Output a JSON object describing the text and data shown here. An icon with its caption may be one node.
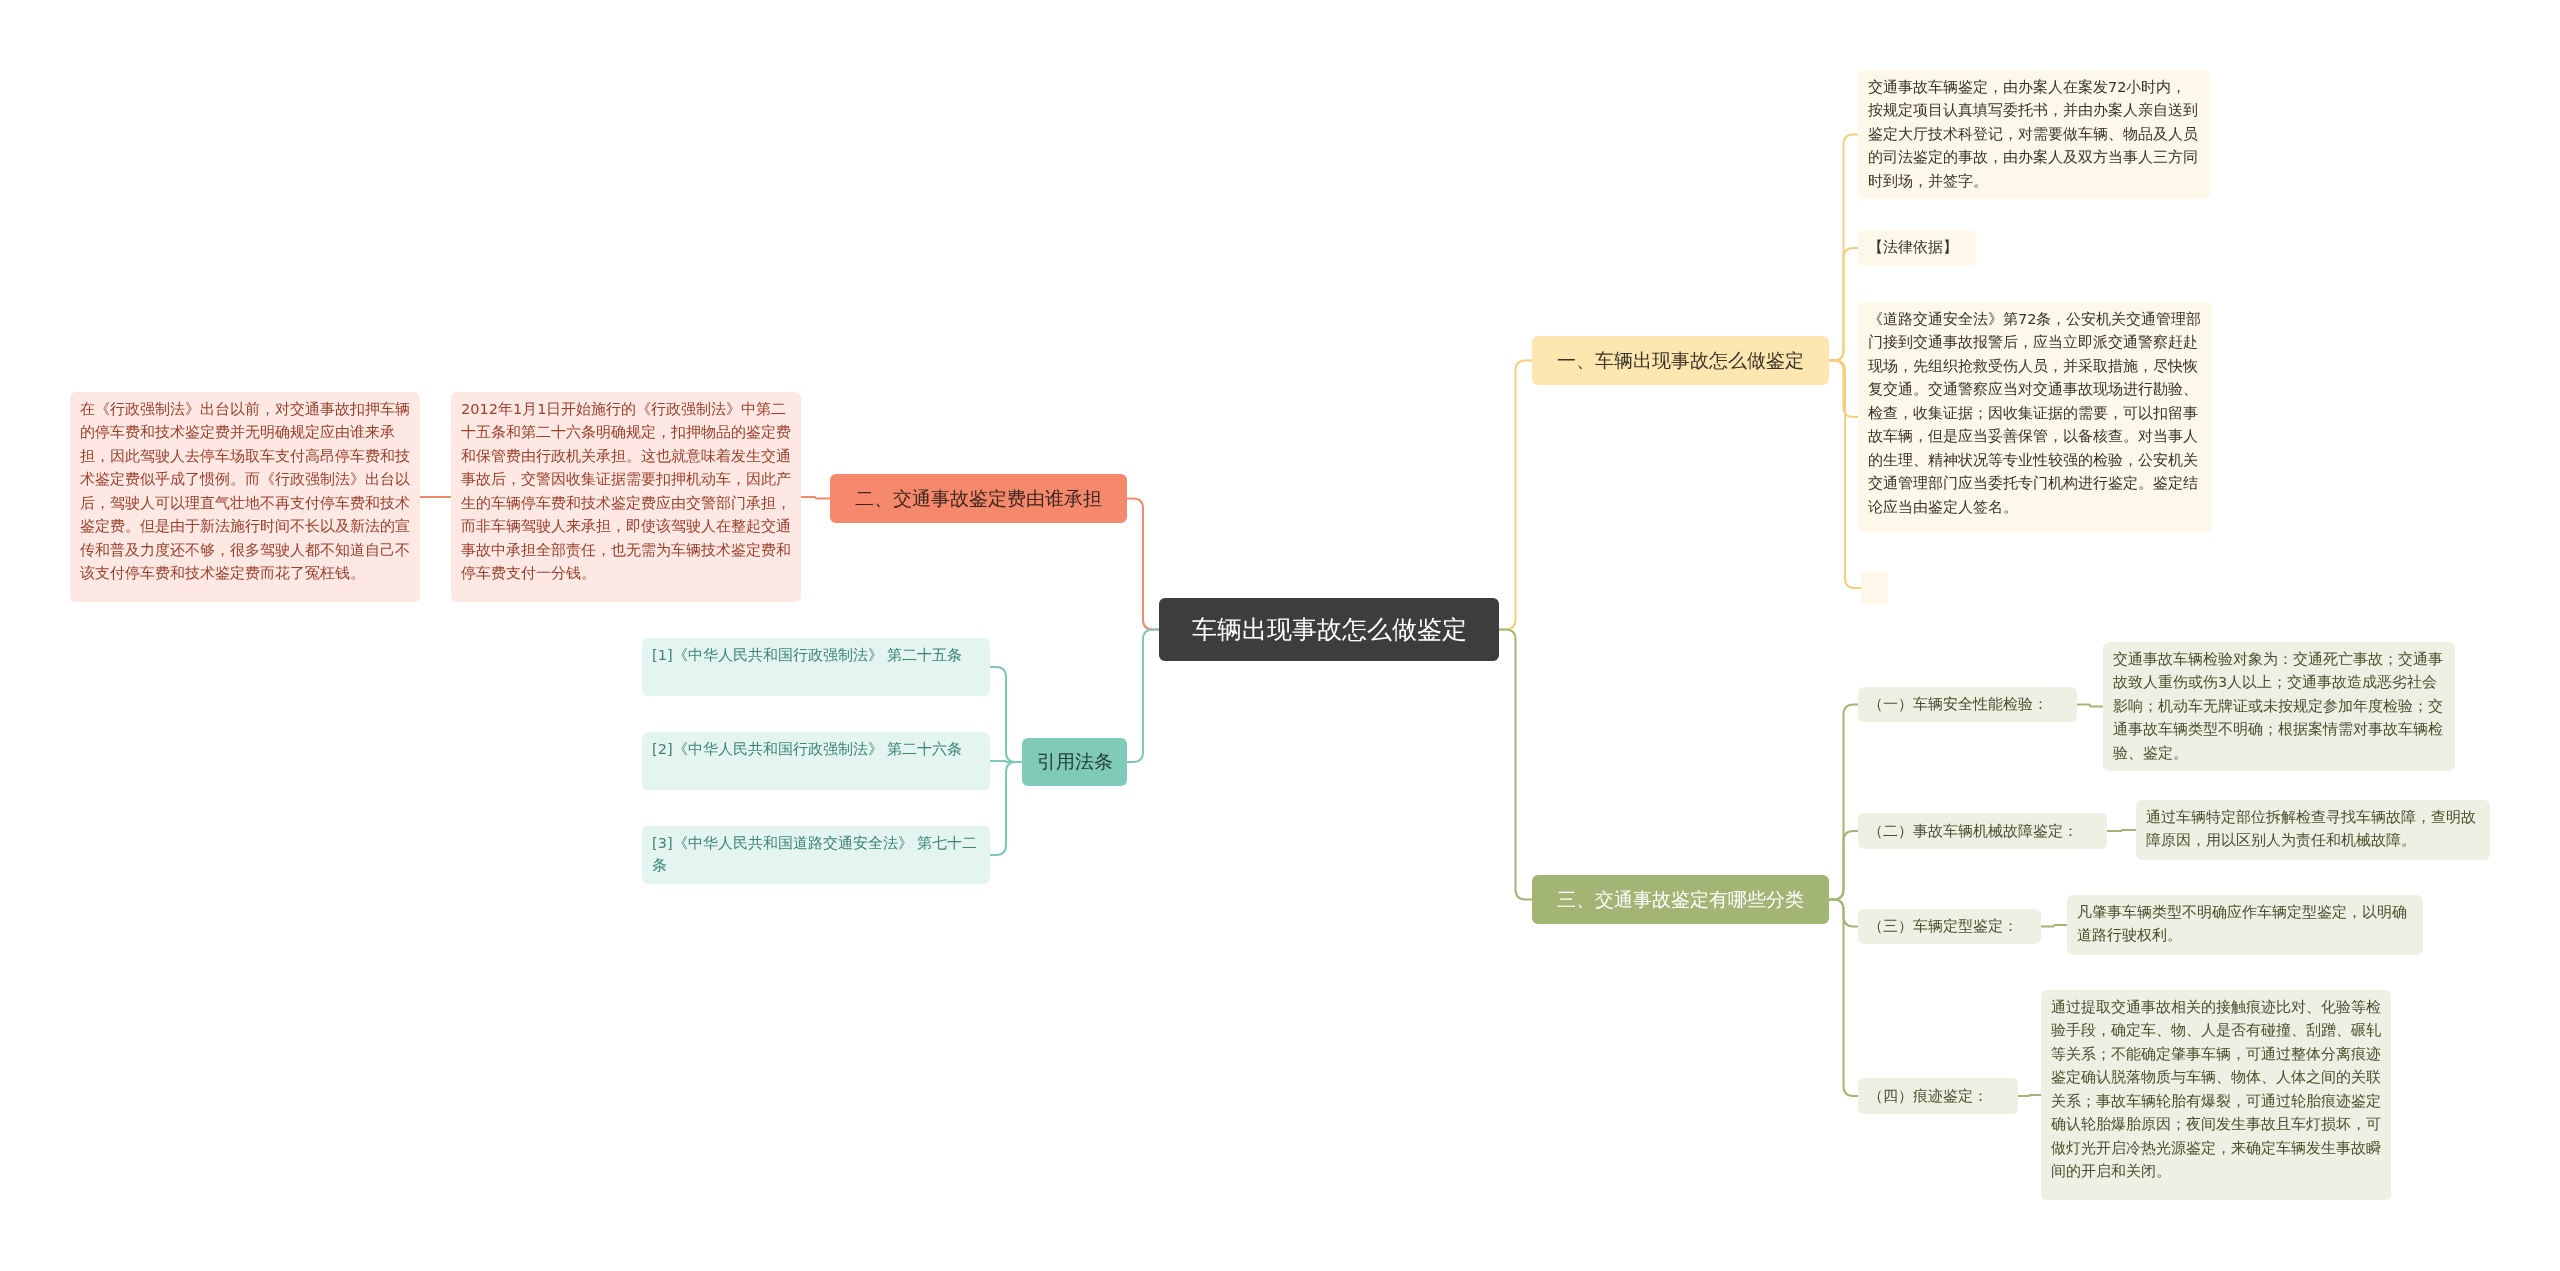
{
  "diagram": {
    "nodes": [
      {
        "text": [
          "车辆出现事故怎么做鉴定"
        ]
      },
      {
        "text": [
          "一、车辆出现事故怎么做鉴定"
        ]
      },
      {
        "text": [
          "交通事故车辆鉴定，由办案人在案发72小时内，按规定项目认真填写委托书，并由办案人亲自送到鉴定大厅技术科登记，对需要做车辆、物品及人员的司法鉴定的事故，由办案人及双方当事人三方同时到场，并签字。"
        ]
      },
      {
        "text": [
          "【法律依据】"
        ]
      },
      {
        "text": [
          "《道路交通安全法》第72条，公安机关交通管理部门接到交通事故报警后，应当立即派交通警察赶赴现场，先组织抢救受伤人员，并采取措施，尽快恢复交通。交通警察应当对交通事故现场进行勘验、检查，收集证据；因收集证据的需要，可以扣留事故车辆，但是应当妥善保管，以备核查。对当事人的生理、精神状况等专业性较强的检验，公安机关交通管理部门应当委托专门机构进行鉴定。鉴定结论应当由鉴定人签名。"
        ]
      },
      {
        "text": [],
        "shape": "box"
      },
      {
        "text": [
          "二、交通事故鉴定费由谁承担"
        ]
      },
      {
        "text": [
          "2012年1月1日开始施行的《行政强制法》中第二十五条和第二十六条明确规定，扣押物品的鉴定费和保管费由行政机关承担。这也就意味着发生交通事故后，交警因收集证据需要扣押机动车，因此产生的车辆停车费和技术鉴定费应由交警部门承担，而非车辆驾驶人来承担，即使该驾驶人在整起交通事故中承担全部责任，也无需为车辆技术鉴定费和停车费支付一分钱。"
        ]
      },
      {
        "text": [
          "在《行政强制法》出台以前，对交通事故扣押车辆的停车费和技术鉴定费并无明确规定应由谁来承担，因此驾驶人去停车场取车支付高昂停车费和技术鉴定费似乎成了惯例。而《行政强制法》出台以后，驾驶人可以理直气壮地不再支付停车费和技术鉴定费。但是由于新法施行时间不长以及新法的宣传和普及力度还不够，很多驾驶人都不知道自己不该支付停车费和技术鉴定费而花了冤枉钱。"
        ]
      },
      {
        "text": [
          "引用法条"
        ]
      },
      {
        "text": [
          "[1]《中华人民共和国行政强制法》 第二十五条"
        ]
      },
      {
        "text": [
          "[2]《中华人民共和国行政强制法》 第二十六条"
        ]
      },
      {
        "text": [
          "[3]《中华人民共和国道路交通安全法》 第七十二条"
        ]
      },
      {
        "text": [
          "三、交通事故鉴定有哪些分类"
        ]
      },
      {
        "text": [
          "（一）车辆安全性能检验："
        ]
      },
      {
        "text": [
          "交通事故车辆检验对象为：交通死亡事故；交通事故致人重伤或伤3人以上；交通事故造成恶劣社会影响；机动车无牌证或未按规定参加年度检验；交通事故车辆类型不明确；根据案情需对事故车辆检验、鉴定。"
        ]
      },
      {
        "text": [
          "（二）事故车辆机械故障鉴定："
        ]
      },
      {
        "text": [
          "通过车辆特定部位拆解检查寻找车辆故障，查明故障原因，用以区别人为责任和机械故障。"
        ]
      },
      {
        "text": [
          "（三）车辆定型鉴定："
        ]
      },
      {
        "text": [
          "凡肇事车辆类型不明确应作车辆定型鉴定，以明确道路行驶权利。"
        ]
      },
      {
        "text": [
          "（四）痕迹鉴定："
        ]
      },
      {
        "text": [
          "通过提取交通事故相关的接触痕迹比对、化验等检验手段，确定车、物、人是否有碰撞、刮蹭、碾轧等关系；不能确定肇事车辆，可通过整体分离痕迹鉴定确认脱落物质与车辆、物体、人体之间的关联关系；事故车辆轮胎有爆裂，可通过轮胎痕迹鉴定确认轮胎爆胎原因；夜间发生事故且车灯损坏，可做灯光开启冷热光源鉴定，来确定车辆发生事故瞬间的开启和关闭。"
        ]
      }
    ],
    "edges": [
      {
        "from": 0,
        "to": 1,
        "arrow": "none",
        "color": "#f2cf7e"
      },
      {
        "from": 1,
        "to": 2,
        "arrow": "none",
        "color": "#f2cf7e"
      },
      {
        "from": 1,
        "to": 3,
        "arrow": "none",
        "color": "#f2cf7e"
      },
      {
        "from": 1,
        "to": 4,
        "arrow": "none",
        "color": "#f2cf7e"
      },
      {
        "from": 1,
        "to": 5,
        "arrow": "none",
        "color": "#f2cf7e"
      },
      {
        "from": 0,
        "to": 6,
        "arrow": "none",
        "color": "#f08a6e"
      },
      {
        "from": 6,
        "to": 7,
        "arrow": "none",
        "color": "#f08a6e"
      },
      {
        "from": 7,
        "to": 8,
        "arrow": "none",
        "color": "#f08a6e"
      },
      {
        "from": 0,
        "to": 9,
        "arrow": "none",
        "color": "#7fc8b6"
      },
      {
        "from": 9,
        "to": 10,
        "arrow": "none",
        "color": "#7fc8b6"
      },
      {
        "from": 9,
        "to": 11,
        "arrow": "none",
        "color": "#7fc8b6"
      },
      {
        "from": 9,
        "to": 12,
        "arrow": "none",
        "color": "#7fc8b6"
      },
      {
        "from": 0,
        "to": 13,
        "arrow": "none",
        "color": "#a3b575"
      },
      {
        "from": 13,
        "to": 14,
        "arrow": "none",
        "color": "#a3b575"
      },
      {
        "from": 14,
        "to": 15,
        "arrow": "none",
        "color": "#a3b575"
      },
      {
        "from": 13,
        "to": 16,
        "arrow": "none",
        "color": "#a3b575"
      },
      {
        "from": 16,
        "to": 17,
        "arrow": "none",
        "color": "#a3b575"
      },
      {
        "from": 13,
        "to": 18,
        "arrow": "none",
        "color": "#a3b575"
      },
      {
        "from": 18,
        "to": 19,
        "arrow": "none",
        "color": "#a3b575"
      },
      {
        "from": 13,
        "to": 20,
        "arrow": "none",
        "color": "#a3b575"
      },
      {
        "from": 20,
        "to": 21,
        "arrow": "none",
        "color": "#a3b575"
      }
    ]
  }
}
